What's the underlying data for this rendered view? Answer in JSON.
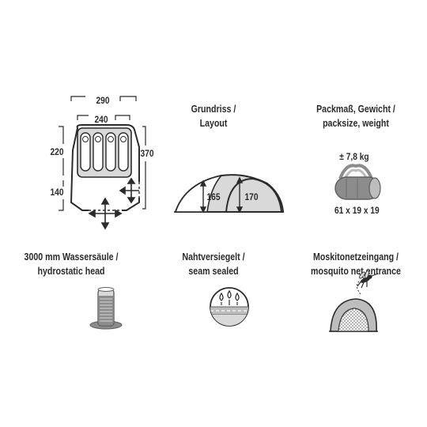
{
  "floorplan": {
    "total_width": "290",
    "inner_width": "240",
    "height_total": "220",
    "depth_total": "370",
    "vestibule_depth": "140"
  },
  "layout": {
    "title_line1": "Grundriss /",
    "title_line2": "Layout",
    "height_front": "165",
    "height_rear": "170"
  },
  "pack": {
    "title_line1": "Packmaß, Gewicht /",
    "title_line2": "packsize, weight",
    "weight": "± 7,8 kg",
    "size": "61 x 19 x 19"
  },
  "hydrostatic": {
    "title_line1": "3000 mm Wassersäule /",
    "title_line2": "hydrostatic head"
  },
  "seam": {
    "title_line1": "Nahtversiegelt /",
    "title_line2": "seam sealed"
  },
  "mosquito": {
    "title_line1": "Moskitonetzeingang /",
    "title_line2": "mosquito net entrance"
  },
  "colors": {
    "ink": "#2b2b2b",
    "fill_light": "#d9d9d9",
    "fill_mid": "#bdbdbd",
    "fill_dark": "#8c8c8c"
  }
}
